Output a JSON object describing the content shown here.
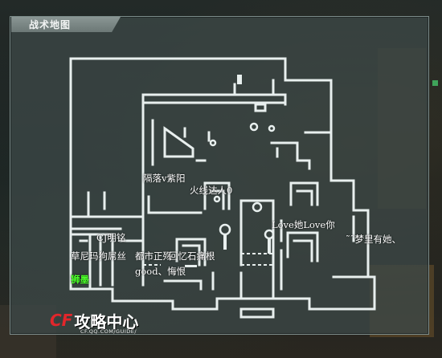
{
  "window": {
    "title": "战术地图"
  },
  "players": [
    {
      "name": "隔落v紫阳",
      "color": "#ffffff"
    },
    {
      "name": "火线达人0",
      "color": "#ffffff"
    },
    {
      "name": "Love她Love你",
      "color": "#ffffff"
    },
    {
      "name": "˜˜梦里有她、",
      "color": "#ffffff"
    },
    {
      "name": "CJ明铭",
      "color": "#ffffff"
    },
    {
      "name": "草尼玛狗屌丝",
      "color": "#ffffff"
    },
    {
      "name": "都市正殇",
      "color": "#ffffff"
    },
    {
      "name": "回忆石痛根",
      "color": "#ffffff"
    },
    {
      "name": "good、悔恨",
      "color": "#ffffff"
    },
    {
      "name": "狮墨",
      "color": "#4cff2a"
    }
  ],
  "branding": {
    "mark": "CF",
    "title": "攻略中心",
    "url": "CF.QQ.COM/GUIDE/"
  },
  "colors": {
    "map_lines": "#e8efee",
    "panel": "#3c4846",
    "brand_red": "#e2262b"
  }
}
